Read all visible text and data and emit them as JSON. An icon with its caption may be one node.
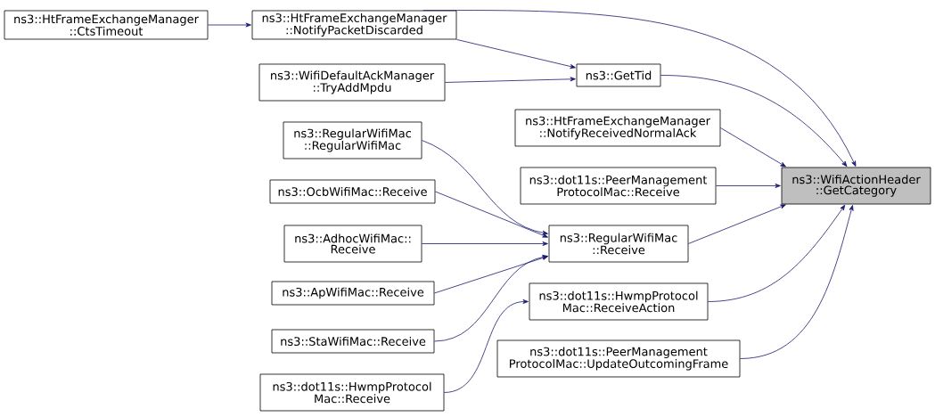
{
  "diagram": {
    "nodes": [
      {
        "text": [
          "ns3::HtFrameExchangeManager ::CtsTimeout"
        ]
      },
      {
        "text": [
          "ns3::HtFrameExchangeManager ::NotifyPacketDiscarded"
        ]
      },
      {
        "text": [
          "ns3::WifiDefaultAckManager ::TryAddMpdu"
        ]
      },
      {
        "text": [
          "ns3::GetTid"
        ]
      },
      {
        "text": [
          "ns3::HtFrameExchangeManager ::NotifyReceivedNormalAck"
        ]
      },
      {
        "text": [
          "ns3::RegularWifiMac ::RegularWifiMac"
        ]
      },
      {
        "text": [
          "ns3::dot11s::PeerManagement ProtocolMac::Receive"
        ]
      },
      {
        "text": [
          "ns3::WifiActionHeader ::GetCategory"
        ]
      },
      {
        "text": [
          "ns3::OcbWifiMac::Receive"
        ]
      },
      {
        "text": [
          "ns3::RegularWifiMac ::Receive"
        ]
      },
      {
        "text": [
          "ns3::AdhocWifiMac:: Receive"
        ]
      },
      {
        "text": [
          "ns3::ApWifiMac::Receive"
        ]
      },
      {
        "text": [
          "ns3::dot11s::HwmpProtocol Mac::ReceiveAction"
        ]
      },
      {
        "text": [
          "ns3::StaWifiMac::Receive"
        ]
      },
      {
        "text": [
          "ns3::dot11s::PeerManagement ProtocolMac::UpdateOutcomingFrame"
        ]
      },
      {
        "text": [
          "ns3::dot11s::HwmpProtocol Mac::Receive"
        ]
      }
    ],
    "edges": [
      {
        "from": 0,
        "to": 1,
        "arrow": "to"
      },
      {
        "from": 1,
        "to": 7,
        "arrow": "to"
      },
      {
        "from": 1,
        "to": 3,
        "arrow": "to"
      },
      {
        "from": 2,
        "to": 3,
        "arrow": "to"
      },
      {
        "from": 3,
        "to": 7,
        "arrow": "to"
      },
      {
        "from": 4,
        "to": 7,
        "arrow": "to"
      },
      {
        "from": 6,
        "to": 7,
        "arrow": "to"
      },
      {
        "from": 9,
        "to": 7,
        "arrow": "to"
      },
      {
        "from": 12,
        "to": 7,
        "arrow": "to"
      },
      {
        "from": 14,
        "to": 7,
        "arrow": "to"
      },
      {
        "from": 5,
        "to": 9,
        "arrow": "to"
      },
      {
        "from": 8,
        "to": 9,
        "arrow": "to"
      },
      {
        "from": 10,
        "to": 9,
        "arrow": "to"
      },
      {
        "from": 11,
        "to": 9,
        "arrow": "to"
      },
      {
        "from": 13,
        "to": 9,
        "arrow": "to"
      },
      {
        "from": 15,
        "to": 12,
        "arrow": "to"
      }
    ]
  }
}
